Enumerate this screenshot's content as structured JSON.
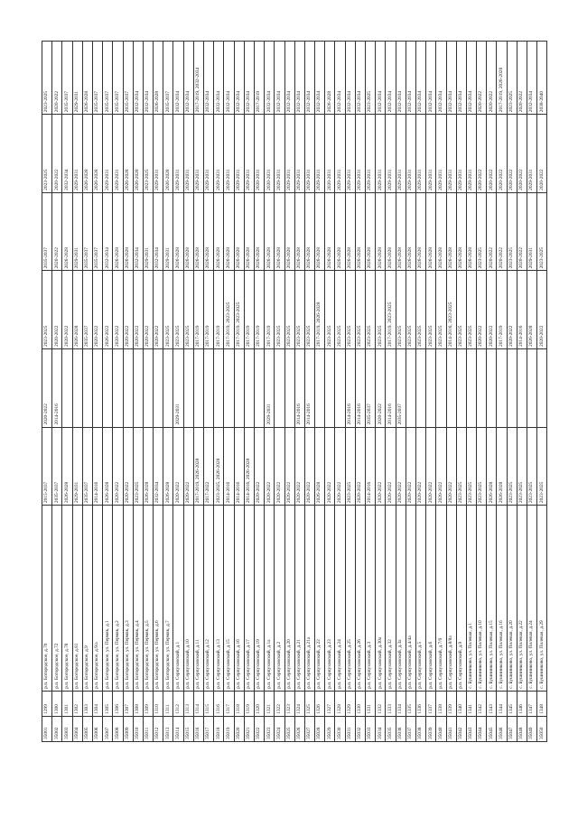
{
  "rows": [
    [
      "35001",
      "1299",
      "р.п. Богородское, д.70",
      "2015-2037",
      "2020-2022",
      "2023-2025",
      "2035-2037",
      "2023-2025",
      "2023-2025"
    ],
    [
      "35002",
      "1300",
      "р.п. Богородское, д.72",
      "2035-2037",
      "2014-2016",
      "2020-2022",
      "2020-2022",
      "2020-2022",
      "2020-2022"
    ],
    [
      "35003",
      "1301",
      "р.п. Богородское, д.78",
      "2026-2028",
      "",
      "2020-2022",
      "2026-2028",
      "2032-2034",
      "2035-2037"
    ],
    [
      "35004",
      "1302",
      "р.п. Богородское, д.81",
      "2029-2031",
      "",
      "2026-2028",
      "2029-2031",
      "2029-2031",
      "2029-2031"
    ],
    [
      "35005",
      "1303",
      "р.п. Богородское, д.9",
      "2035-2037",
      "",
      "2035-2037",
      "2035-2037",
      "2026-2028",
      "2026-2028"
    ],
    [
      "35006",
      "1304",
      "р.п. Богородское, д.9/а",
      "2014-2016",
      "",
      "2020-2022",
      "2035-2037",
      "2026-2028",
      "2035-2037"
    ],
    [
      "35007",
      "1305",
      "р.п. Богородское, ул. Пермяк, д.1",
      "2026-2028",
      "",
      "2026-2022",
      "2032-2034",
      "2029-2031",
      "2035-2037"
    ],
    [
      "35008",
      "1306",
      "р.п. Богородское, ул. Пермяк, д.2",
      "2020-2022",
      "",
      "2020-2022",
      "2026-2028",
      "2029-2031",
      "2035-2037"
    ],
    [
      "35009",
      "1307",
      "р.п. Богородское, ул. Пермяк, д.3",
      "2020-2022",
      "",
      "2020-2022",
      "2026-2028",
      "2026-2028",
      "2035-2037"
    ],
    [
      "35010",
      "1308",
      "р.п. Богородское, ул. Пермяк, д.4",
      "2023-2025",
      "",
      "2020-2022",
      "2032-2034",
      "2026-2028",
      "2032-2034"
    ],
    [
      "35011",
      "1309",
      "р.п. Богородское, ул. Пермяк, д.5",
      "2026-2028",
      "",
      "2020-2022",
      "2029-2031",
      "2023-2025",
      "2032-2034"
    ],
    [
      "35012",
      "1310",
      "р.п. Богородское, ул. Пермяк, д.6",
      "2032-2034",
      "",
      "2020-2022",
      "2032-2034",
      "2029-2031",
      "2026-2028"
    ],
    [
      "35013",
      "1311",
      "р.п. Богородское, ул. Пермяк, д.7",
      "2026-2028",
      "",
      "2023-2025",
      "2029-2031",
      "2026-2028",
      "2035-2037"
    ],
    [
      "35014",
      "1312",
      "р.п. Серпуховский, д.1",
      "2020-2022",
      "2029-2031",
      "2023-2025",
      "2026-2028",
      "2029-2031",
      "2032-2034"
    ],
    [
      "35015",
      "1313",
      "р.п. Серпуховский, д.10",
      "2020-2022",
      "",
      "2023-2025",
      "2026-2028",
      "2029-2031",
      "2032-2034"
    ],
    [
      "35016",
      "1314",
      "р.п. Серпуховский, д.11",
      "2017-2019, 2026-2028",
      "",
      "2017-2019",
      "2026-2028",
      "2029-2031",
      "2017-2019, 2032-2034"
    ],
    [
      "35017",
      "1315",
      "р.п. Серпуховский, д.12",
      "2017-2022",
      "",
      "2017-2019",
      "2026-2028",
      "2029-2031",
      "2032-2034"
    ],
    [
      "35018",
      "1316",
      "р.п. Серпуховский, д.13",
      "2023-2025, 2026-2028",
      "",
      "2017-2019",
      "2026-2028",
      "2029-2031",
      "2032-2034"
    ],
    [
      "35019",
      "1317",
      "р.п. Серпуховский, д.15",
      "2014-2016",
      "",
      "2017-2019, 2023-2025",
      "2026-2028",
      "2029-2031",
      "2032-2034"
    ],
    [
      "35020",
      "1318",
      "р.п. Серпуховский, д.16",
      "2014-2016",
      "",
      "2017-2019, 2023-2025",
      "2026-2028",
      "2029-2031",
      "2032-2034"
    ],
    [
      "35021",
      "1319",
      "р.п. Серпуховский, д.17",
      "2014-2016, 2026-2028",
      "",
      "2017-2019",
      "2026-2028",
      "2029-2031",
      "2032-2034"
    ],
    [
      "35022",
      "1320",
      "р.п. Серпуховский, д.19",
      "2020-2022",
      "",
      "2017-2019",
      "2026-2028",
      "2020-2031",
      "2017-2019"
    ],
    [
      "35023",
      "1321",
      "р.п. Серпуховский, д.1а",
      "2020-2022",
      "2029-2031",
      "2017-2019",
      "2026-2028",
      "2020-2031",
      "2032-2034"
    ],
    [
      "35024",
      "1322",
      "р.п. Серпуховский, д.2",
      "2020-2022",
      "",
      "2023-2025",
      "2026-2028",
      "2029-2031",
      "2032-2034"
    ],
    [
      "35025",
      "1323",
      "р.п. Серпуховский, д.20",
      "2020-2022",
      "",
      "2023-2025",
      "2026-2028",
      "2029-2031",
      "2032-2034"
    ],
    [
      "35026",
      "1324",
      "р.п. Серпуховский, д.21",
      "2020-2022",
      "2014-2016",
      "2023-2025",
      "2026-2028",
      "2029-2031",
      "2032-2034"
    ],
    [
      "35027",
      "1325",
      "р.п. Серпуховский, д.21а",
      "2020-2022",
      "2014-2016",
      "2023-2025",
      "2026-2028",
      "2029-2031",
      "2032-2034"
    ],
    [
      "35028",
      "1326",
      "р.п. Серпуховский, д.22",
      "2026-2028",
      "",
      "2017-2019, 2026-2028",
      "2026-2028",
      "2029-2031",
      "2032-2034"
    ],
    [
      "35029",
      "1327",
      "р.п. Серпуховский, д.23",
      "2020-2022",
      "",
      "2023-2025",
      "2026-2028",
      "2020-2031",
      "2026-2028"
    ],
    [
      "35030",
      "1328",
      "р.п. Серпуховский, д.24",
      "2020-2022",
      "",
      "2023-2025",
      "2026-2028",
      "2029-2031",
      "2032-2034"
    ],
    [
      "35031",
      "1329",
      "р.п. Серпуховский, д.25",
      "2023-2025",
      "2014-2016",
      "2023-2025",
      "2026-2028",
      "2029-2031",
      "2032-2034"
    ],
    [
      "35032",
      "1330",
      "р.п. Серпуховский, д.26",
      "2020-2022",
      "2014-2016",
      "2023-2025",
      "2026-2028",
      "2029-2031",
      "2032-2034"
    ],
    [
      "35033",
      "1331",
      "р.п. Серпуховский, д.3",
      "2014-2016",
      "2035-2037",
      "2023-2025",
      "2026-2028",
      "2029-2031",
      "2023-2025"
    ],
    [
      "35034",
      "1332",
      "р.п. Серпуховский, д.30а",
      "2020-2022",
      "2020-2022",
      "2023-2025",
      "2026-2028",
      "2029-2031",
      "2032-2034"
    ],
    [
      "35035",
      "1333",
      "р.п. Серпуховский, д.32",
      "2020-2022",
      "2014-2016",
      "2017-2019, 2023-2025",
      "2026-2028",
      "2029-2031",
      "2032-2034"
    ],
    [
      "35036",
      "1334",
      "р.п. Серпуховский, д.3а",
      "2020-2022",
      "2035-2037",
      "2023-2025",
      "2026-2028",
      "2029-2031",
      "2032-2034"
    ],
    [
      "35037",
      "1335",
      "р.п. Серпуховский, д.4/4а",
      "2020-2022",
      "",
      "2023-2025",
      "2026-2028",
      "2029-2031",
      "2032-2034"
    ],
    [
      "35038",
      "1336",
      "р.п. Серпуховский, д.5",
      "2020-2022",
      "",
      "2023-2025",
      "2026-2028",
      "2029-2031",
      "2032-2034"
    ],
    [
      "35039",
      "1337",
      "р.п. Серпуховский, д.6",
      "2020-2022",
      "",
      "2023-2025",
      "2026-2028",
      "2029-2031",
      "2032-2034"
    ],
    [
      "35040",
      "1338",
      "р.п. Серпуховский, д.7/9",
      "2020-2022",
      "",
      "2023-2025",
      "2026-2028",
      "2029-2031",
      "2032-2034"
    ],
    [
      "35041",
      "1339",
      "р.п. Серпуховский, д.8/8а",
      "2020-2022",
      "",
      "2014-2016, 2023-2025",
      "2026-2028",
      "2029-2031",
      "2032-2034"
    ],
    [
      "35042",
      "1340",
      "р.п. Серпуховский, д.9",
      "2023-2025",
      "",
      "2023-2025",
      "2026-2028",
      "2029-2031",
      "2032-2034"
    ],
    [
      "35043",
      "1341",
      "с. Бушнинково, ул. Полевая, д.1",
      "2023-2025",
      "",
      "2023-2025",
      "2026-2028",
      "2029-2031",
      "2032-2034"
    ],
    [
      "35044",
      "1342",
      "с. Бушнинково, ул. Полевая, д.10",
      "2023-2025",
      "",
      "2020-2022",
      "2023-2025",
      "2020-2022",
      "2020-2022"
    ],
    [
      "35045",
      "1343",
      "с. Бушнинково, ул. Полевая, д.15",
      "2026-2028",
      "",
      "2020-2022",
      "2020-2022",
      "2020-2022",
      "2020-2022"
    ],
    [
      "35046",
      "1344",
      "с. Бушнинково, ул. Полевая, д.16",
      "2026-2028",
      "",
      "2017-2019",
      "2020-2022",
      "2020-2022",
      "2017-2019, 2026-2028"
    ],
    [
      "35047",
      "1345",
      "с. Бушнинково, ул. Полевая, д.20",
      "2023-2025",
      "",
      "2020-2022",
      "2023-2025",
      "2020-2022",
      "2023-2025"
    ],
    [
      "35048",
      "1346",
      "с. Бушнинково, ул. Полевая, д.22",
      "2023-2025",
      "",
      "2014-2016",
      "2020-2022",
      "2020-2022",
      "2020-2022"
    ],
    [
      "35049",
      "1347",
      "с. Бушнинково, ул. Полевая, д.24",
      "2023-2025",
      "",
      "2026-2028",
      "2029-2031",
      "2029-2031",
      "2032-2034"
    ],
    [
      "35050",
      "1348",
      "с. Бушнинково, ул. Полевая, д.29",
      "2023-2025",
      "",
      "2020-2022",
      "2023-2025",
      "2020-2022",
      "2038-2040"
    ]
  ]
}
